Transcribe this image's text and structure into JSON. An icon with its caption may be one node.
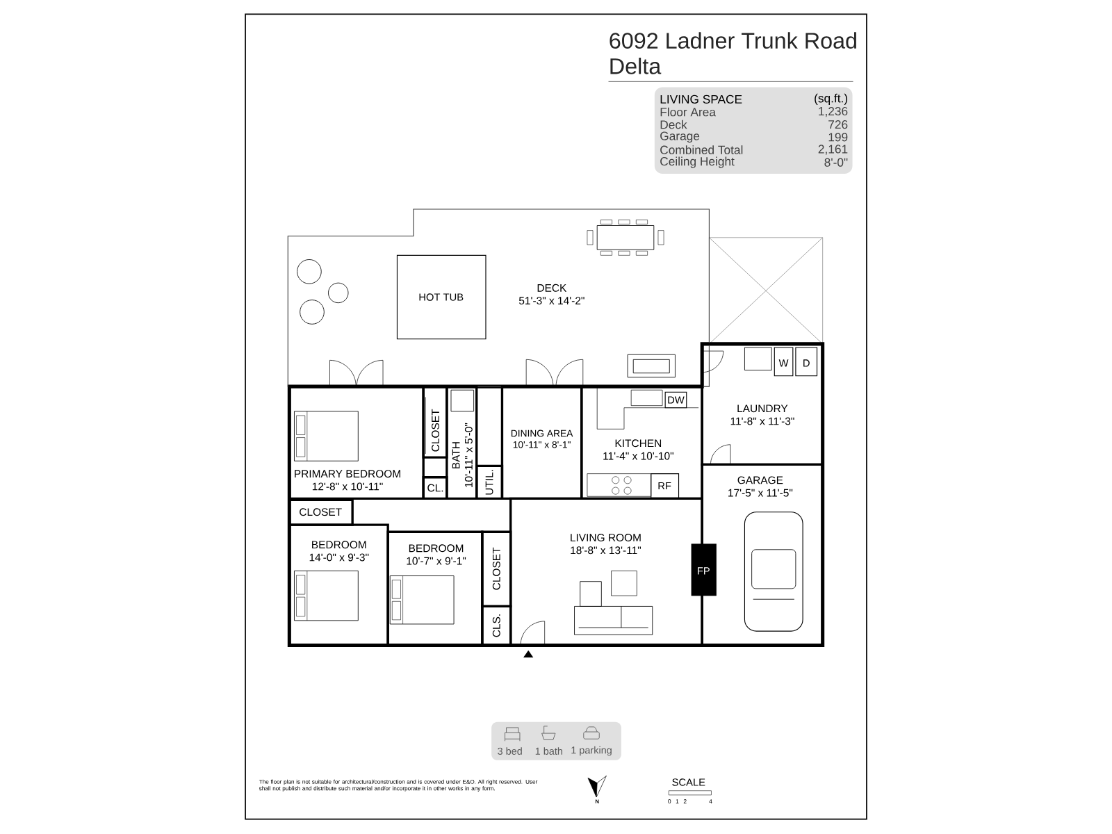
{
  "diagram": {
    "title": "6092 Ladner Trunk Road",
    "nodes": [
      {
        "text": [
          "DECK",
          "51'-3\" x 14'-2\""
        ]
      },
      {
        "text": [
          "HOT TUB"
        ],
        "in": 0
      },
      {
        "text": [
          "PRIMARY BEDROOM",
          "12'-8\" x 10'-11\""
        ]
      },
      {
        "text": [
          "CLOSET"
        ]
      },
      {
        "text": [
          "CL."
        ]
      },
      {
        "text": [
          "BATH",
          "10'-11\" x 5'-0\""
        ]
      },
      {
        "text": [
          "UTIL."
        ]
      },
      {
        "text": [
          "DINING AREA",
          "10'-11\" x 8'-1\""
        ]
      },
      {
        "text": [
          "KITCHEN",
          "11'-4\" x 10'-10\""
        ]
      },
      {
        "text": [
          "DW"
        ],
        "in": 8
      },
      {
        "text": [
          "RF"
        ],
        "in": 8
      },
      {
        "text": [
          "LAUNDRY",
          "11'-8\" x 11'-3\""
        ]
      },
      {
        "text": [
          "W"
        ],
        "in": 11
      },
      {
        "text": [
          "D"
        ],
        "in": 11
      },
      {
        "text": [
          "GARAGE",
          "17'-5\" x 11'-5\""
        ]
      },
      {
        "text": [
          "CLOSET"
        ]
      },
      {
        "text": [
          "BEDROOM",
          "14'-0\" x 9'-3\""
        ]
      },
      {
        "text": [
          "BEDROOM",
          "10'-7\" x 9'-1\""
        ]
      },
      {
        "text": [
          "CLOSET"
        ]
      },
      {
        "text": [
          "CLS."
        ]
      },
      {
        "text": [
          "LIVING ROOM",
          "18'-8\" x 13'-11\""
        ]
      },
      {
        "text": [
          "FP"
        ]
      }
    ],
    "labels": [
      "Delta",
      "LIVING SPACE",
      "(sq.ft.)",
      "Floor Area",
      "1,236",
      "Deck",
      "726",
      "Garage",
      "199",
      "Combined Total",
      "2,161",
      "Ceiling Height",
      "8'-0\"",
      "3 bed",
      "1 bath",
      "1 parking",
      "The floor plan is not suitable for architectural/construction and is covered under E&O. All right reserved. User shall not publish and distribute such material and/or incorporate it in other works in any form.",
      "N",
      "SCALE",
      "0",
      "1",
      "2",
      "4"
    ]
  }
}
